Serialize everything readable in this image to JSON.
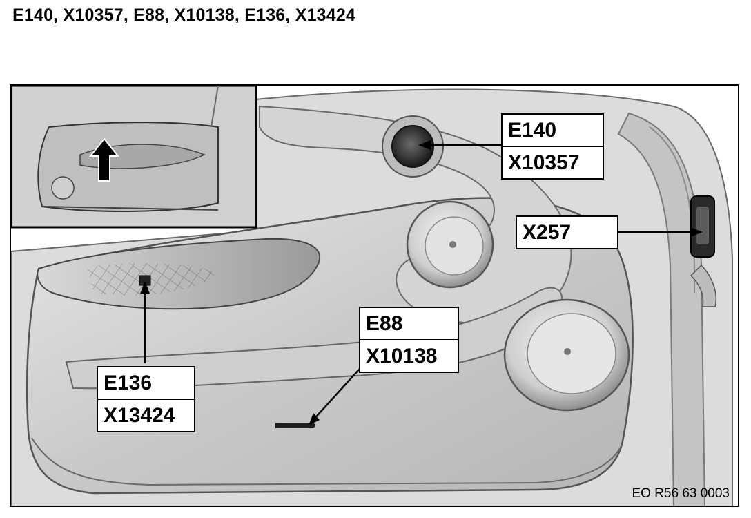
{
  "title": "E140, X10357, E88, X10138, E136, X13424",
  "labels": {
    "top_right": {
      "line1": "E140",
      "line2": "X10357"
    },
    "right": {
      "line1": "X257"
    },
    "bottom_center": {
      "line1": "E88",
      "line2": "X10138"
    },
    "bottom_left": {
      "line1": "E136",
      "line2": "X13424"
    }
  },
  "doc_code": "EO R56 63 0003",
  "colors": {
    "ink": "#000000",
    "panel": "#d0d0d0",
    "shadow": "#8a8a8a",
    "highlight": "#f4f4f4"
  }
}
